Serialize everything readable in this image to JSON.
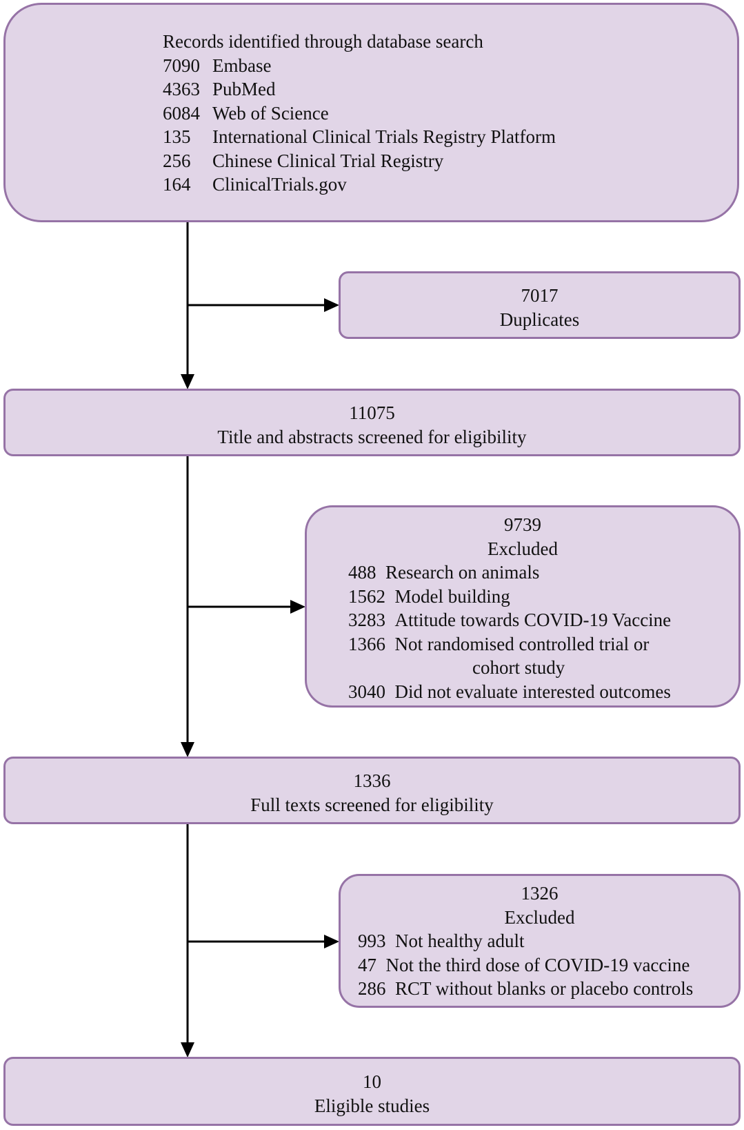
{
  "records": {
    "title": "Records identified through database search",
    "items": [
      {
        "count": "7090",
        "label": "Embase"
      },
      {
        "count": "4363",
        "label": "PubMed"
      },
      {
        "count": "6084",
        "label": "Web of Science"
      },
      {
        "count": "135",
        "label": "International Clinical Trials Registry Platform"
      },
      {
        "count": "256",
        "label": "Chinese Clinical Trial Registry"
      },
      {
        "count": "164",
        "label": "ClinicalTrials.gov"
      }
    ]
  },
  "duplicates": {
    "count": "7017",
    "label": "Duplicates"
  },
  "screened": {
    "count": "11075",
    "label": "Title and abstracts screened for eligibility"
  },
  "excluded_abstract": {
    "count": "9739",
    "label": "Excluded",
    "items": [
      {
        "count": "488",
        "label": "Research on animals"
      },
      {
        "count": "1562",
        "label": "Model building"
      },
      {
        "count": "3283",
        "label": "Attitude towards COVID-19 Vaccine"
      },
      {
        "count": "1366",
        "label": "Not randomised controlled trial or",
        "continuation": "cohort study"
      },
      {
        "count": "3040",
        "label": "Did not evaluate interested outcomes"
      }
    ]
  },
  "fulltext": {
    "count": "1336",
    "label": "Full texts screened for eligibility"
  },
  "excluded_fulltext": {
    "count": "1326",
    "label": "Excluded",
    "items": [
      {
        "count": "993",
        "label": "Not healthy adult"
      },
      {
        "count": "47",
        "label": "Not the third dose of COVID-19 vaccine"
      },
      {
        "count": "286",
        "label": "RCT without blanks or placebo controls"
      }
    ]
  },
  "eligible": {
    "count": "10",
    "label": "Eligible studies"
  },
  "colors": {
    "box_fill": "#e1d5e7",
    "box_border": "#9673a6",
    "arrow": "#000000"
  }
}
